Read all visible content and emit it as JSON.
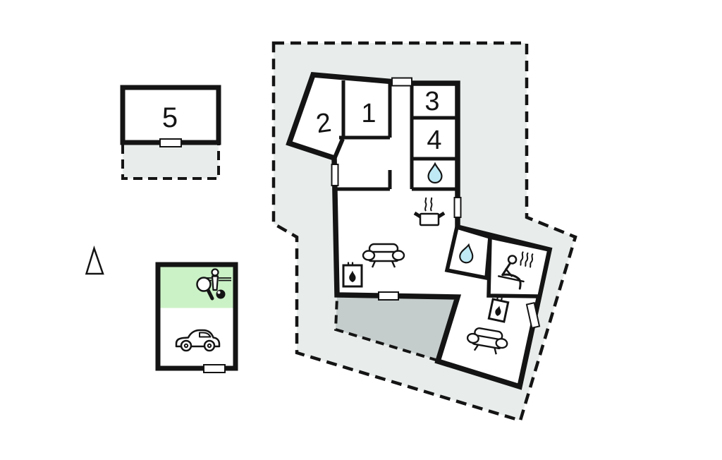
{
  "floorplan": {
    "rooms": {
      "room1": {
        "label": "1"
      },
      "room2": {
        "label": "2"
      },
      "room3": {
        "label": "3"
      },
      "room4": {
        "label": "4"
      },
      "annex": {
        "label": "5"
      }
    },
    "colors": {
      "plot_fill": "#e8edeb",
      "terrace_fill": "#c5cccc",
      "games_room_fill": "#cbf2c6",
      "water_drop_fill": "#bfeaf5",
      "wall": "#141414",
      "background": "#ffffff"
    },
    "icons": {
      "bathroom1": "water-drop",
      "bathroom2": "water-drop",
      "kitchen": "cooking-pot-with-steam",
      "living_room": "sofa",
      "living_room2": "sofa",
      "stove1": "wood-stove-flame",
      "stove2": "wood-stove-flame",
      "sauna": "sauna-person-with-steam",
      "games_room": [
        "foosball-player",
        "table-tennis-paddle",
        "billiard-ball"
      ],
      "garage": "car",
      "orientation": "north-arrow"
    }
  }
}
